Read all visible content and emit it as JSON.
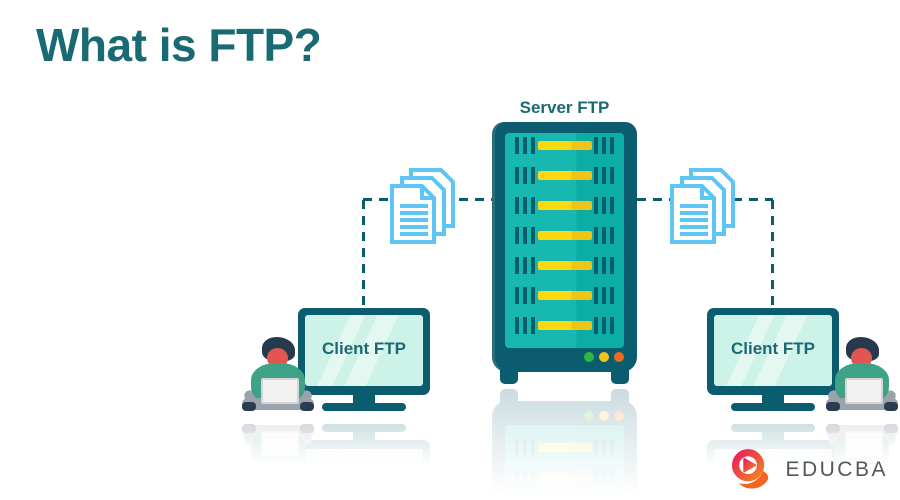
{
  "page": {
    "title": "What is FTP?"
  },
  "server": {
    "label": "Server FTP",
    "rack_rows": 7,
    "status_lights": [
      "#2eb840",
      "#f2c51d",
      "#ed6a1f"
    ]
  },
  "clients": [
    {
      "label": "Client FTP",
      "side": "left"
    },
    {
      "label": "Client FTP",
      "side": "right"
    }
  ],
  "documents": [
    {
      "icon": "document-stack-icon",
      "pages": 3,
      "side": "left"
    },
    {
      "icon": "document-stack-icon",
      "pages": 3,
      "side": "right"
    }
  ],
  "branding": {
    "name": "EDUCBA",
    "logo_icon": "educba-logo-icon"
  },
  "colors": {
    "title": "#1a6a73",
    "tealDark": "#0c5c6f",
    "tealA": "#16b8b0",
    "tealB": "#0cada5",
    "yellowA": "#fbd80f",
    "yellowB": "#efc414",
    "mint": "#cdf2e7",
    "docBlue": "#5ec4f4",
    "hair": "#273a4d",
    "face": "#e25651",
    "shirt": "#3ea287",
    "grayLeg": "#9aa3ab",
    "laptop": "#f1f1f1",
    "shoe": "#2a3c50",
    "logoA": "#e81e5e",
    "logoB": "#f58220",
    "logoTail": "#f3641f",
    "brandText": "#54565a"
  }
}
